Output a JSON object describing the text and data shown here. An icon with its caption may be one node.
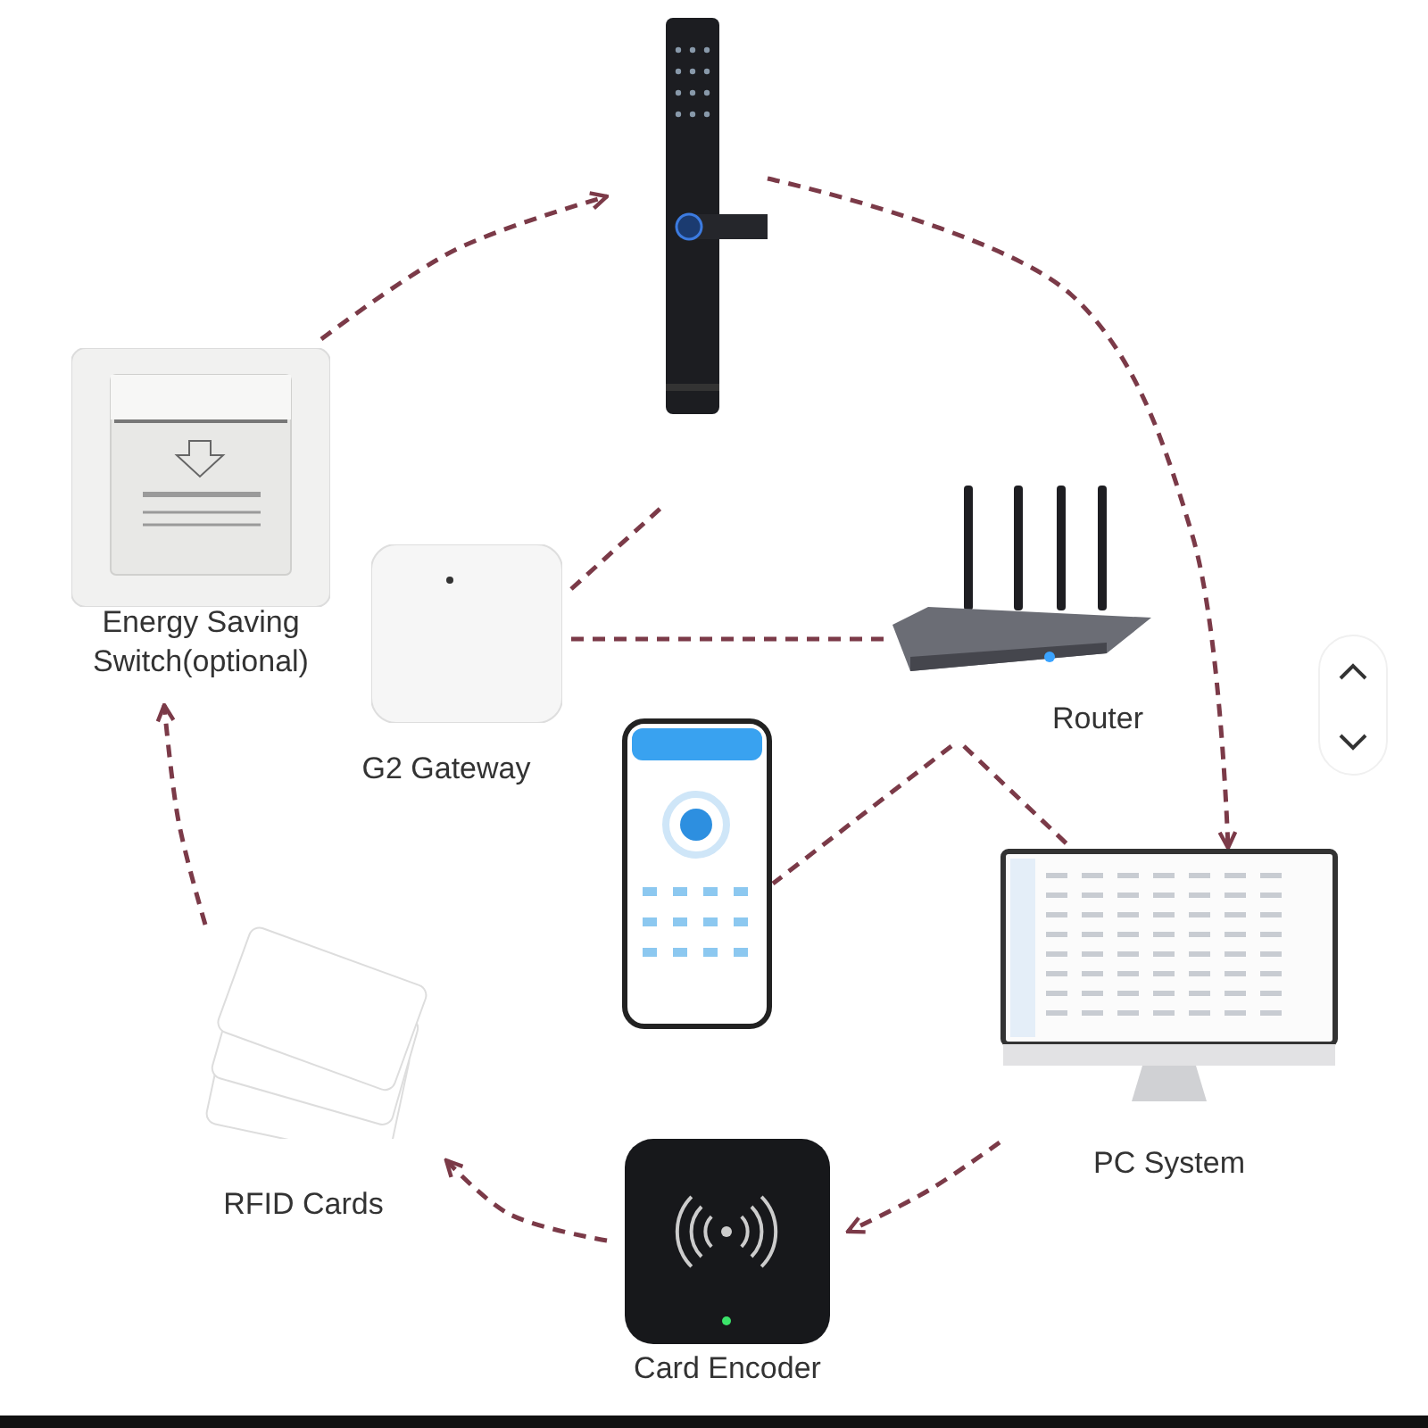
{
  "diagram": {
    "nodes": [
      {
        "text": [],
        "shape": "picture"
      },
      {
        "text": [
          "Energy Saving Switch(optional)"
        ]
      },
      {
        "text": [
          "G2 Gateway"
        ]
      },
      {
        "text": [
          "Router"
        ]
      },
      {
        "text": [],
        "shape": "picture"
      },
      {
        "text": [
          "PC System"
        ]
      },
      {
        "text": [
          "Card Encoder"
        ]
      },
      {
        "text": [
          "RFID Cards"
        ]
      }
    ],
    "edges": [
      {
        "from": 1,
        "to": 0,
        "arrow": "to"
      },
      {
        "from": 0,
        "to": 5,
        "arrow": "to"
      },
      {
        "from": 5,
        "to": 6,
        "arrow": "to"
      },
      {
        "from": 6,
        "to": 7,
        "arrow": "to"
      },
      {
        "from": 7,
        "to": 1,
        "arrow": "to"
      },
      {
        "from": 2,
        "to": null,
        "arrow": "none"
      },
      {
        "from": 2,
        "to": 3,
        "arrow": "none"
      },
      {
        "from": 3,
        "to": 4,
        "arrow": "none"
      },
      {
        "from": 3,
        "to": 5,
        "arrow": "none"
      }
    ]
  }
}
